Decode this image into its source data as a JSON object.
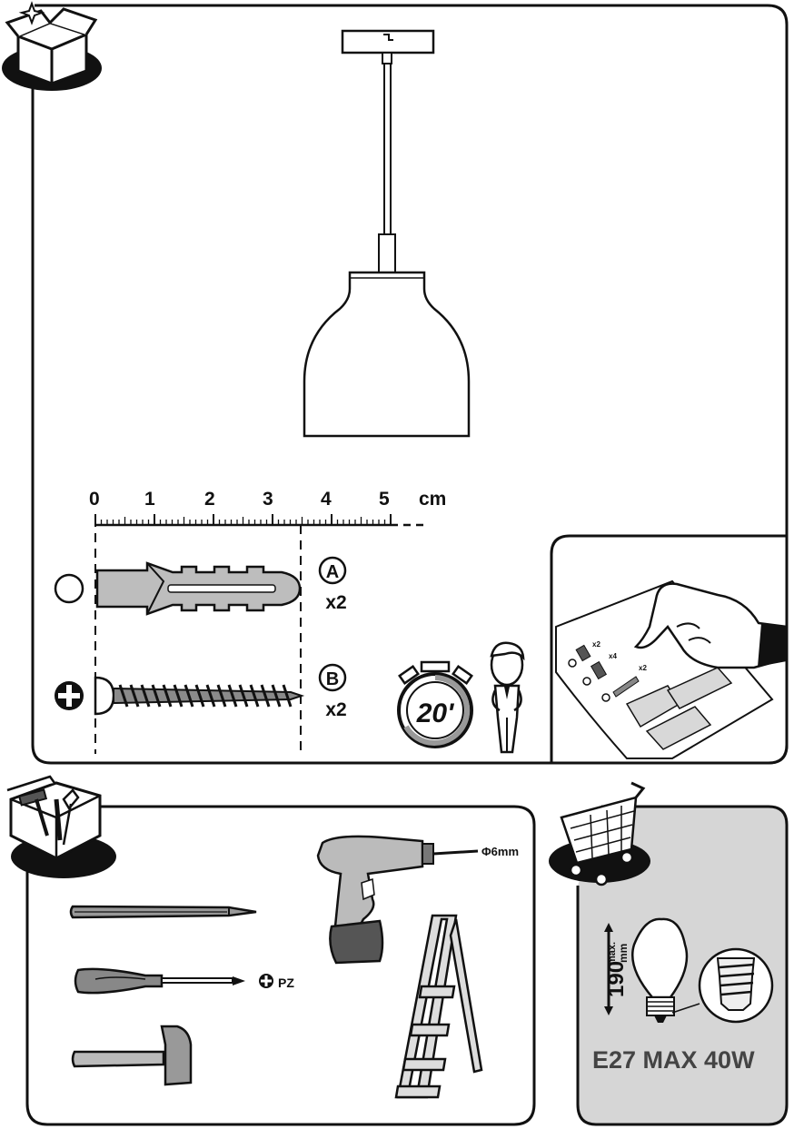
{
  "ruler": {
    "ticks": [
      "0",
      "1",
      "2",
      "3",
      "4",
      "5"
    ],
    "unit": "cm"
  },
  "parts": [
    {
      "letter": "A",
      "qty": "x2",
      "icon": "wall-plug-icon"
    },
    {
      "letter": "B",
      "qty": "x2",
      "icon": "screw-icon"
    }
  ],
  "time": {
    "minutes": "20'"
  },
  "sticker_panel": {
    "qty_labels": [
      "x2",
      "x4",
      "x2"
    ]
  },
  "tools": {
    "drill_bit": "Φ6mm",
    "screwdriver_type": "PZ"
  },
  "bulb": {
    "max_length": "190",
    "max_length_unit_top": "max.",
    "max_length_unit_bottom": "mm",
    "spec": "E27 MAX 40W"
  }
}
